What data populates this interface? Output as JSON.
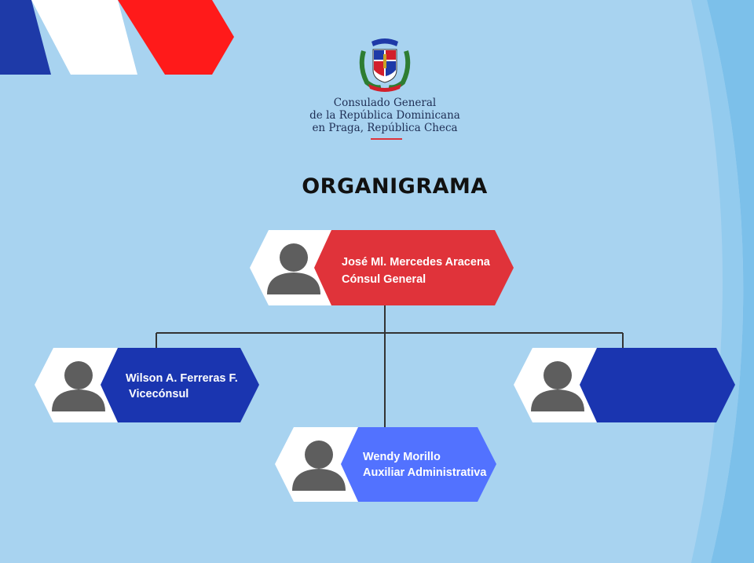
{
  "header": {
    "consulate_lines": [
      "Consulado General",
      "de la República Dominicana",
      "en Praga, República Checa"
    ],
    "title": "ORGANIGRAMA"
  },
  "colors": {
    "background": "#a8d3f0",
    "red": "#e0333a",
    "dark_blue": "#1a35b0",
    "medium_blue": "#5272ff",
    "avatar": "#5e5e5e"
  },
  "org": {
    "consul": {
      "name": "José Ml. Mercedes Aracena",
      "role": "Cónsul General"
    },
    "vice_consul": {
      "name": "Wilson A. Ferreras F.",
      "role": " Vicecónsul"
    },
    "assistant": {
      "name": "Wendy Morillo",
      "role": "Auxiliar Administrativa"
    },
    "vacant": {
      "name": "",
      "role": ""
    }
  },
  "icons": {
    "coat_of_arms": "dominican-coat-of-arms-icon",
    "person": "person-avatar-icon"
  }
}
